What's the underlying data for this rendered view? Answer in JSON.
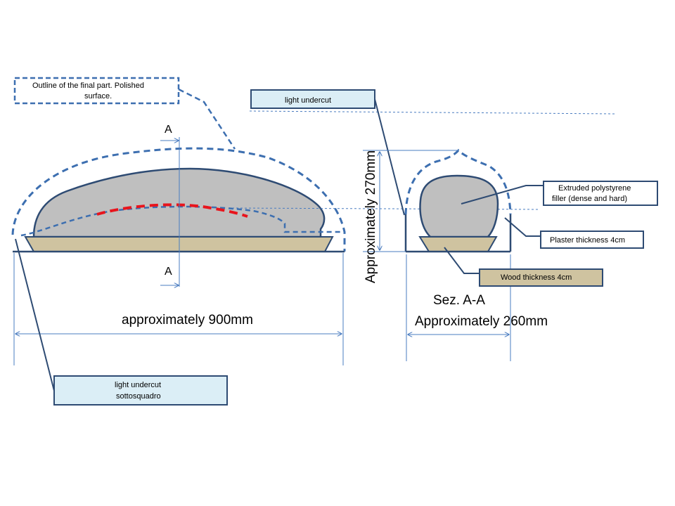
{
  "labels": {
    "outline_line1": "Outline of the final part. Polished",
    "outline_line2": "surface.",
    "light_undercut_top": "light undercut",
    "light_undercut_bottom_line1": "light undercut",
    "light_undercut_bottom_line2": "sottosquadro",
    "section_mark_top": "A",
    "section_mark_bottom": "A",
    "width_left": "approximately 900mm",
    "height_right": "Approximately 270mm",
    "section_title": "Sez. A-A",
    "width_right": "Approximately 260mm",
    "polystyrene_line1": "Extruded polystyrene",
    "polystyrene_line2": "filler (dense and hard)",
    "plaster": "Plaster thickness 4cm",
    "wood": "Wood thickness 4cm"
  },
  "colors": {
    "outline_blue": "#3d6fb0",
    "dark_stroke": "#2e4b73",
    "filler_gray": "#bfbfbf",
    "wood_tan": "#cfc3a0",
    "red_dash": "#e8141c",
    "label_fill_light": "#dbeef6",
    "thin_blue": "#4a7cc0"
  }
}
